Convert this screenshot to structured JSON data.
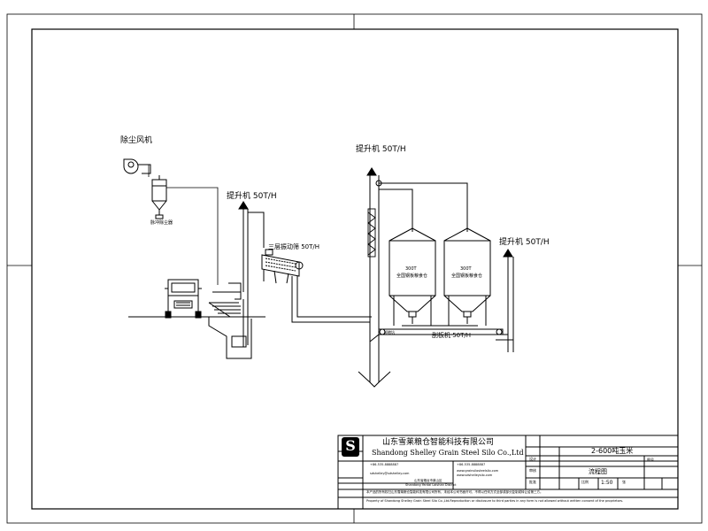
{
  "diagram": {
    "labels": {
      "dust_fan": "除尘风机",
      "dust_collector": "脉冲除尘器",
      "elevator_left": "提升机 50T/H",
      "elevator_center": "提升机 50T/H",
      "elevator_right": "提升机 50T/H",
      "screen": "三层振动筛 50T/H",
      "conveyor": "刮板机 50T/H",
      "silo_left_capacity": "300T",
      "silo_left_name": "全国钢板粮食仓",
      "silo_right_capacity": "300T",
      "silo_right_name": "全国钢板粮食仓",
      "truck_pit": "卸粮坑"
    }
  },
  "title_block": {
    "company_cn": "山东雪莱粮仓智能科技有限公司",
    "company_en": "Shandong Shelley Grain Steel Silo Co.,Ltd",
    "project_title": "2-600吨玉米",
    "drawing_name": "流程图",
    "scale_label": "比例",
    "scale_value": "1:50",
    "sheet_label": "张",
    "sheet_no_label": "图号",
    "design_label": "设计",
    "check_label": "审核",
    "approve_label": "批准",
    "phone_1": "+86-535-8888887",
    "phone_2": "+86-535-8888887",
    "email": "sdshelley@sdshelley.com",
    "web": "www.grainsilosteelsilo.com",
    "web_2": "www.sdshelleysilo.com",
    "address_cn": "山东省烟台市莱山区",
    "address_en": "Shandong Yantai Laishan District",
    "copyright_cn": "本产品的所有权归山东雪莱粮仓智能科技有限公司所有，未经本公司书面许可，不得以任何方式全部或部分复制或转让给第三方。",
    "copyright_en": "Property of Shandong Shelley Grain Steel Silo Co.,Ltd.Reproduction or disclosure to third parties in any form is not allowed without written consent of the proprietors.",
    "logo_letter": "S"
  }
}
